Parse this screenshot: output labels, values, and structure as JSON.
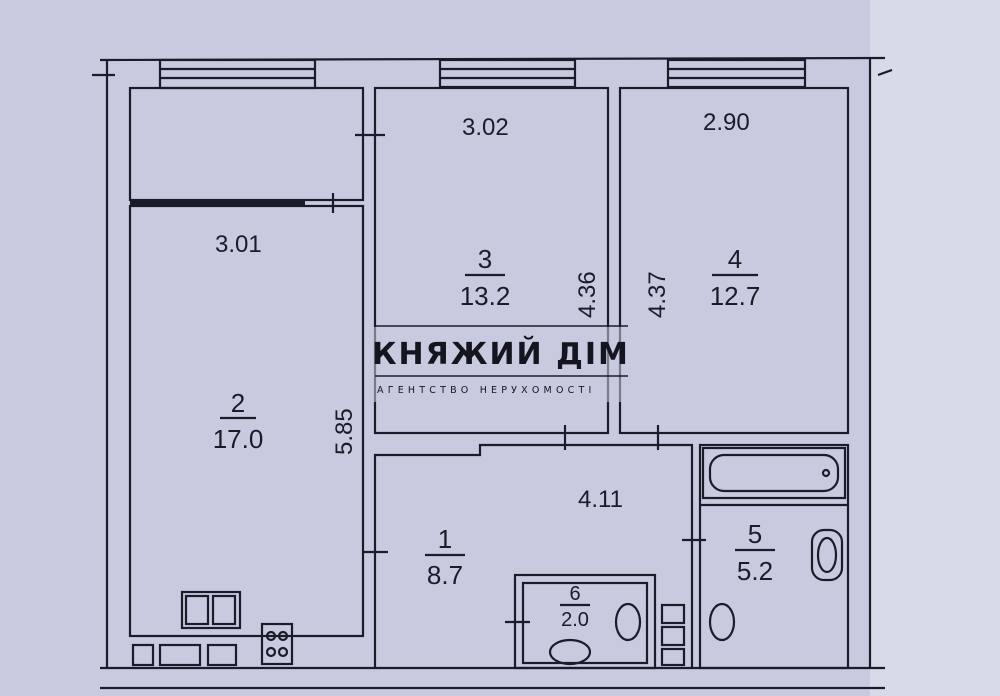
{
  "plan": {
    "rooms": [
      {
        "number": "1",
        "area": "8.7"
      },
      {
        "number": "2",
        "area": "17.0"
      },
      {
        "number": "3",
        "area": "13.2"
      },
      {
        "number": "4",
        "area": "12.7"
      },
      {
        "number": "5",
        "area": "5.2"
      },
      {
        "number": "6",
        "area": "2.0"
      }
    ],
    "dimensions": {
      "room2_width": "3.01",
      "room2_length": "5.85",
      "room3_width": "3.02",
      "room3_length": "4.36",
      "room4_width": "2.90",
      "room4_length": "4.37",
      "room1_width": "4.11"
    }
  },
  "watermark": {
    "brand": "КНЯЖИЙ ДІМ",
    "tagline": "АГЕНТСТВО НЕРУХОМОСТІ"
  },
  "colors": {
    "background": "#c8cadf",
    "lines": "#1b1c2a"
  }
}
